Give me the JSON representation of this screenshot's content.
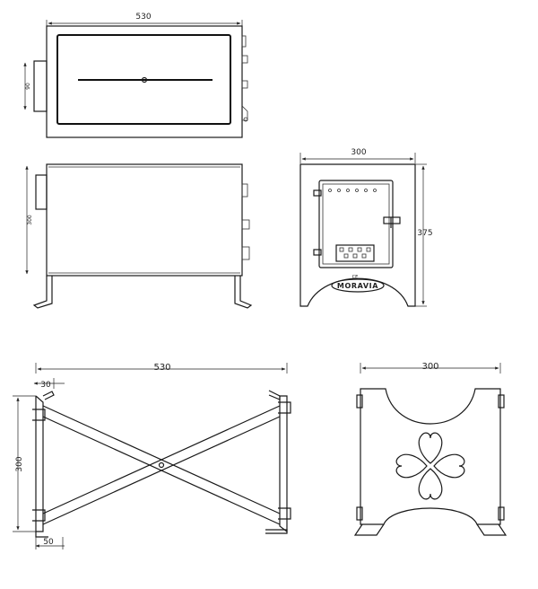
{
  "views": {
    "top": {
      "width_label": "530",
      "height_label": "90"
    },
    "side": {
      "height_label": "300"
    },
    "front": {
      "width_label": "300",
      "height_label": "375",
      "brand": "MORAVIA",
      "small_label": "CE"
    },
    "base": {
      "width_label": "530",
      "offset_top_label": "30",
      "height_label": "300",
      "offset_bottom_label": "50"
    },
    "end": {
      "width_label": "300"
    }
  },
  "colors": {
    "line": "#1a1a1a",
    "background": "#ffffff"
  }
}
